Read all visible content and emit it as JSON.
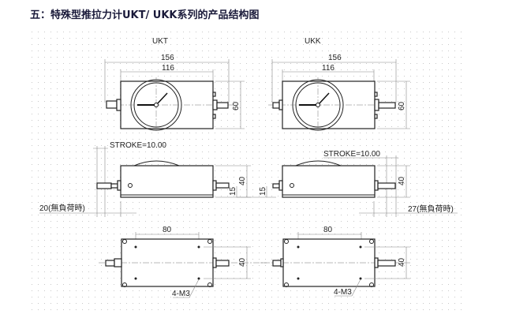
{
  "title": "五：特殊型推拉力计UKT/ UKK系列的产品结构图",
  "ukt": {
    "label": "UKT",
    "dim_overall": "156",
    "dim_body": "116",
    "dim_height": "60",
    "stroke": "STROKE=10.00",
    "dim_side_height": "40",
    "dim_axis": "15",
    "no_load": "20(無負荷時)",
    "dim_holes": "80",
    "dim_bottom_width": "40",
    "screws": "4-M3"
  },
  "ukk": {
    "label": "UKK",
    "dim_overall": "156",
    "dim_body": "116",
    "dim_height": "60",
    "stroke": "STROKE=10.00",
    "dim_side_height": "40",
    "dim_axis": "15",
    "no_load": "27(無負荷時)",
    "dim_holes": "80",
    "dim_bottom_width": "40",
    "screws": "4-M3"
  }
}
